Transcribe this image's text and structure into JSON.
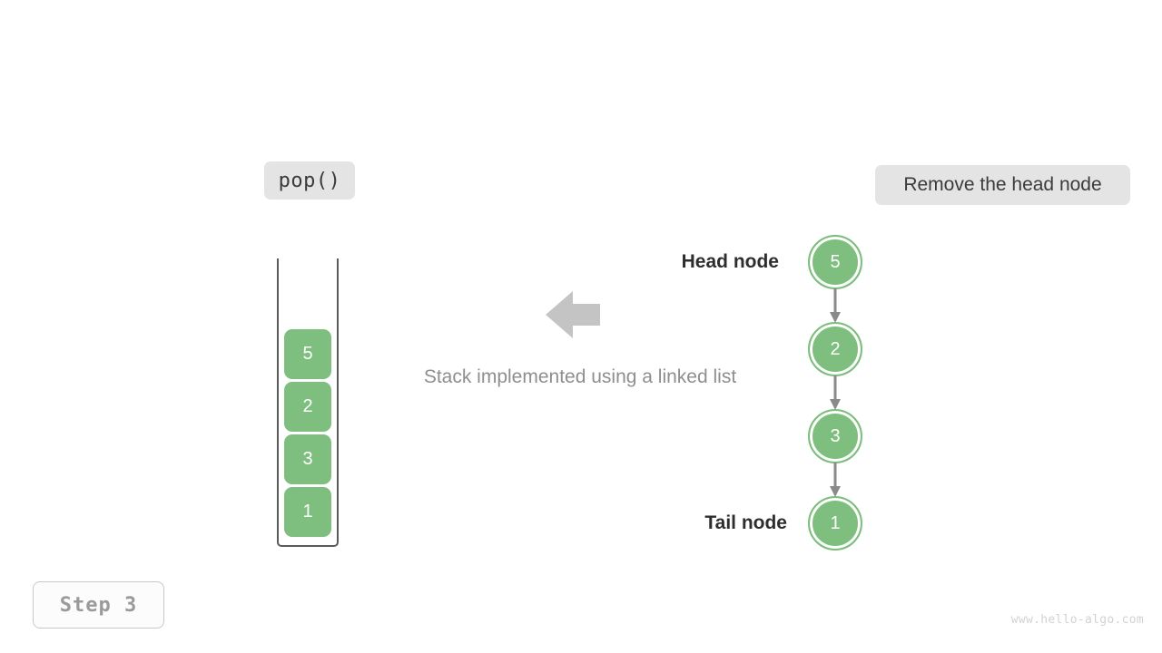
{
  "operation": {
    "label": "pop()"
  },
  "annotation": {
    "label": "Remove the head node"
  },
  "caption": {
    "text": "Stack implemented using a linked list"
  },
  "stack": {
    "cells": [
      {
        "value": "5"
      },
      {
        "value": "2"
      },
      {
        "value": "3"
      },
      {
        "value": "1"
      }
    ]
  },
  "linked_list": {
    "head_label": "Head node",
    "tail_label": "Tail node",
    "nodes": [
      {
        "value": "5"
      },
      {
        "value": "2"
      },
      {
        "value": "3"
      },
      {
        "value": "1"
      }
    ]
  },
  "transfer_arrow": {
    "direction": "left"
  },
  "step": {
    "label": "Step 3"
  },
  "watermark": {
    "text": "www.hello-algo.com"
  },
  "colors": {
    "node_green": "#7ebe7e",
    "badge_gray": "#e4e4e4",
    "arrow_gray": "#8a8a8a",
    "block_arrow_gray": "#c4c4c4",
    "caption_gray": "#8e8e8e",
    "label_dark": "#2e2e2e",
    "step_gray": "#9a9a9a",
    "watermark_gray": "#d2d2d2",
    "container_stroke": "#5a5a5a"
  }
}
